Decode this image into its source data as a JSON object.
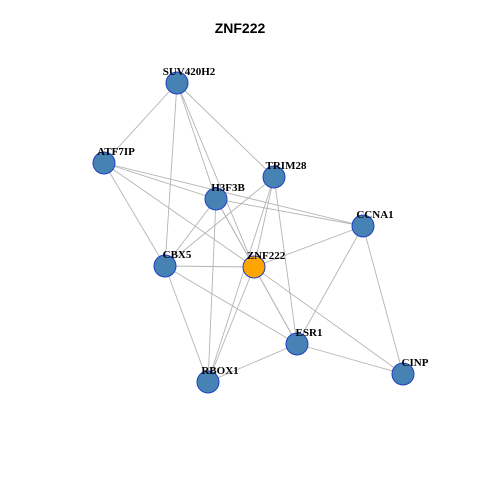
{
  "title": "ZNF222",
  "colors": {
    "node_default": "#4682b4",
    "node_highlight": "#ffa500",
    "node_border": "#1f3fbf",
    "edge": "#b4b4b4"
  },
  "nodes": [
    {
      "id": "SUV420H2",
      "label": "SUV420H2",
      "highlight": false
    },
    {
      "id": "ATF7IP",
      "label": "ATF7IP",
      "highlight": false
    },
    {
      "id": "TRIM28",
      "label": "TRIM28",
      "highlight": false
    },
    {
      "id": "H3F3B",
      "label": "H3F3B",
      "highlight": false
    },
    {
      "id": "CCNA1",
      "label": "CCNA1",
      "highlight": false
    },
    {
      "id": "CBX5",
      "label": "CBX5",
      "highlight": false
    },
    {
      "id": "ZNF222",
      "label": "ZNF222",
      "highlight": true
    },
    {
      "id": "ESR1",
      "label": "ESR1",
      "highlight": false
    },
    {
      "id": "CINP",
      "label": "CINP",
      "highlight": false
    },
    {
      "id": "RBBP4",
      "label": "RBOX1",
      "highlight": false
    }
  ],
  "edges": [
    [
      "SUV420H2",
      "ATF7IP"
    ],
    [
      "SUV420H2",
      "H3F3B"
    ],
    [
      "SUV420H2",
      "TRIM28"
    ],
    [
      "SUV420H2",
      "CBX5"
    ],
    [
      "SUV420H2",
      "ZNF222"
    ],
    [
      "ATF7IP",
      "H3F3B"
    ],
    [
      "ATF7IP",
      "CCNA1"
    ],
    [
      "ATF7IP",
      "CBX5"
    ],
    [
      "ATF7IP",
      "ZNF222"
    ],
    [
      "TRIM28",
      "CBX5"
    ],
    [
      "TRIM28",
      "ZNF222"
    ],
    [
      "TRIM28",
      "ESR1"
    ],
    [
      "TRIM28",
      "RBBP4"
    ],
    [
      "H3F3B",
      "CCNA1"
    ],
    [
      "H3F3B",
      "CBX5"
    ],
    [
      "H3F3B",
      "ZNF222"
    ],
    [
      "H3F3B",
      "ESR1"
    ],
    [
      "H3F3B",
      "RBBP4"
    ],
    [
      "CCNA1",
      "ZNF222"
    ],
    [
      "CCNA1",
      "ESR1"
    ],
    [
      "CCNA1",
      "CINP"
    ],
    [
      "CBX5",
      "ZNF222"
    ],
    [
      "CBX5",
      "ESR1"
    ],
    [
      "CBX5",
      "RBBP4"
    ],
    [
      "ZNF222",
      "ESR1"
    ],
    [
      "ZNF222",
      "CINP"
    ],
    [
      "ZNF222",
      "RBBP4"
    ],
    [
      "ESR1",
      "CINP"
    ],
    [
      "ESR1",
      "RBBP4"
    ]
  ]
}
